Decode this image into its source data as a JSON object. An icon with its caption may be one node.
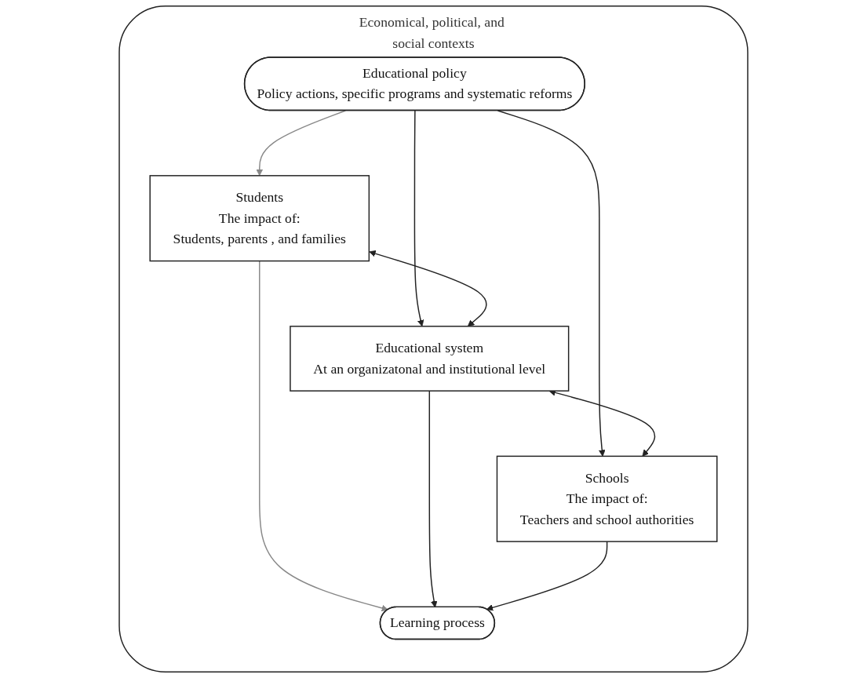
{
  "diagram": {
    "nodes": [
      {
        "text": [
          "Economical, political, and social contexts"
        ]
      },
      {
        "text": [
          "Educational policy",
          "Policy actions, specific programs and systematic reforms"
        ],
        "in": 0
      },
      {
        "text": [
          "Students",
          "The impact of:",
          "Students, parents , and families"
        ],
        "in": 0
      },
      {
        "text": [
          "Educational system",
          "At an organizatonal and institutional level"
        ],
        "in": 0
      },
      {
        "text": [
          "Schools",
          "The impact of:",
          "Teachers and school authorities"
        ],
        "in": 0
      },
      {
        "text": [
          "Learning process"
        ],
        "in": 0
      }
    ],
    "edges": [
      {
        "from": 1,
        "to": 2,
        "arrow": "to",
        "color": "#888888"
      },
      {
        "from": 1,
        "to": 3,
        "arrow": "to"
      },
      {
        "from": 1,
        "to": 4,
        "arrow": "to"
      },
      {
        "from": 2,
        "to": 3,
        "arrow": "both"
      },
      {
        "from": 3,
        "to": 4,
        "arrow": "both"
      },
      {
        "from": 2,
        "to": 5,
        "arrow": "to",
        "color": "#888888"
      },
      {
        "from": 3,
        "to": 5,
        "arrow": "to"
      },
      {
        "from": 4,
        "to": 5,
        "arrow": "to"
      }
    ]
  }
}
